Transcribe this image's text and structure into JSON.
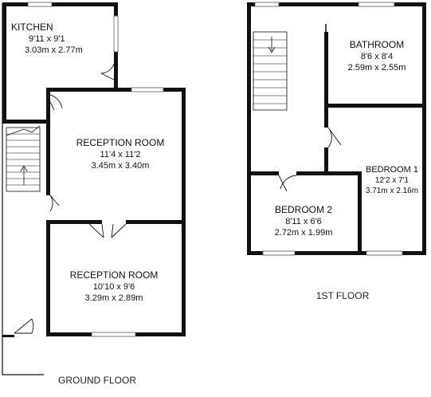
{
  "ground_floor": {
    "label": "GROUND FLOOR",
    "rooms": [
      {
        "id": "kitchen",
        "name": "KITCHEN",
        "imperial": "9'11 x 9'1",
        "metric": "3.03m x 2.77m"
      },
      {
        "id": "reception-1",
        "name": "RECEPTION ROOM",
        "imperial": "11'4 x 11'2",
        "metric": "3.45m x 3.40m"
      },
      {
        "id": "reception-2",
        "name": "RECEPTION ROOM",
        "imperial": "10'10 x 9'6",
        "metric": "3.29m x 2.89m"
      }
    ]
  },
  "first_floor": {
    "label": "1ST FLOOR",
    "rooms": [
      {
        "id": "bathroom",
        "name": "BATHROOM",
        "imperial": "8'6 x 8'4",
        "metric": "2.59m x 2.55m"
      },
      {
        "id": "bedroom-1",
        "name": "BEDROOM 1",
        "imperial": "12'2 x 7'1",
        "metric": "3.71m x 2.16m"
      },
      {
        "id": "bedroom-2",
        "name": "BEDROOM 2",
        "imperial": "8'11 x 6'6",
        "metric": "2.72m x 1.99m"
      }
    ]
  }
}
